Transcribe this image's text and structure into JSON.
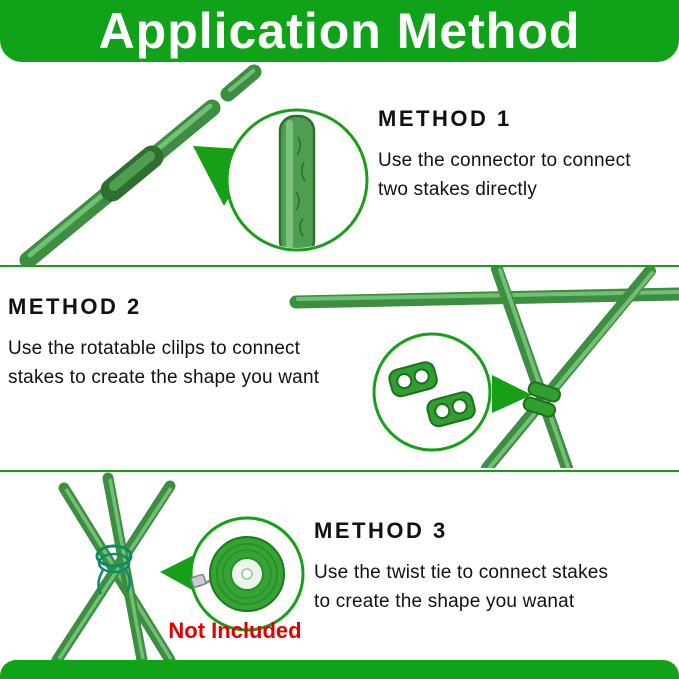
{
  "banner": {
    "title": "Application Method"
  },
  "methods": [
    {
      "title": "METHOD 1",
      "description": "Use the connector to  connect\ntwo stakes directly"
    },
    {
      "title": "METHOD 2",
      "description": "Use the rotatable clilps to connect\nstakes to create the shape you want"
    },
    {
      "title": "METHOD 3",
      "description": "Use the twist tie to connect stakes\nto create the shape you wanat"
    }
  ],
  "labels": {
    "not_included": "Not Included"
  },
  "colors": {
    "banner_green": "#10A31A",
    "divider_green": "#16A016",
    "stake_green": "#3E8E41",
    "accent_red": "#E50000"
  }
}
